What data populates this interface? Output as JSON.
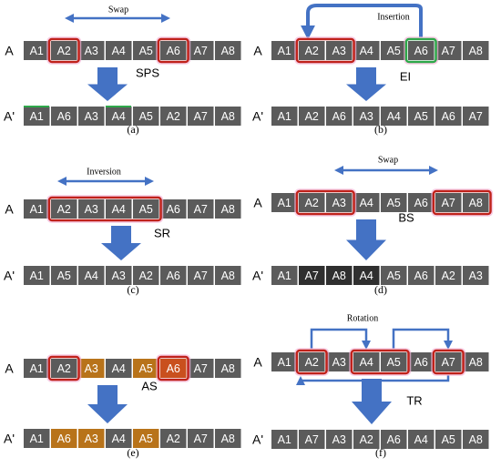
{
  "colors": {
    "cell": "#5b5b5b",
    "cell_dark": "#2f2f2f",
    "cell_orange": "#b8731a",
    "highlight_red": "#c0221b",
    "highlight_green": "#2ea84a",
    "highlight_pink": "#f4b6d8",
    "arrow_blue": "#4472c4",
    "text_white": "#ffffff"
  },
  "panels": [
    {
      "id": "a",
      "caption": "(a)",
      "label": "Swap",
      "operator": "SPS",
      "row_top_label": "A",
      "row_bottom_label": "A'",
      "top": [
        "A1",
        "A2",
        "A3",
        "A4",
        "A5",
        "A6",
        "A7",
        "A8"
      ],
      "bottom": [
        "A1",
        "A6",
        "A3",
        "A4",
        "A5",
        "A2",
        "A7",
        "A8"
      ]
    },
    {
      "id": "b",
      "caption": "(b)",
      "label": "Insertion",
      "operator": "EI",
      "row_top_label": "A",
      "row_bottom_label": "A'",
      "top": [
        "A1",
        "A2",
        "A3",
        "A4",
        "A5",
        "A6",
        "A7",
        "A8"
      ],
      "bottom": [
        "A1",
        "A2",
        "A6",
        "A3",
        "A4",
        "A5",
        "A6",
        "A7"
      ]
    },
    {
      "id": "c",
      "caption": "(c)",
      "label": "Inversion",
      "operator": "SR",
      "row_top_label": "A",
      "row_bottom_label": "A'",
      "top": [
        "A1",
        "A2",
        "A3",
        "A4",
        "A5",
        "A6",
        "A7",
        "A8"
      ],
      "bottom": [
        "A1",
        "A5",
        "A4",
        "A3",
        "A2",
        "A6",
        "A7",
        "A8"
      ]
    },
    {
      "id": "d",
      "caption": "(d)",
      "label": "Swap",
      "operator": "BS",
      "row_top_label": "A",
      "row_bottom_label": "A'",
      "top": [
        "A1",
        "A2",
        "A3",
        "A4",
        "A5",
        "A6",
        "A7",
        "A8"
      ],
      "bottom": [
        "A1",
        "A7",
        "A8",
        "A4",
        "A5",
        "A6",
        "A2",
        "A3"
      ]
    },
    {
      "id": "e",
      "caption": "(e)",
      "label": "",
      "operator": "AS",
      "row_top_label": "A",
      "row_bottom_label": "A'",
      "top": [
        "A1",
        "A2",
        "A3",
        "A4",
        "A5",
        "A6",
        "A7",
        "A8"
      ],
      "bottom": [
        "A1",
        "A6",
        "A3",
        "A4",
        "A5",
        "A2",
        "A7",
        "A8"
      ]
    },
    {
      "id": "f",
      "caption": "(f)",
      "label": "Rotation",
      "operator": "TR",
      "row_top_label": "A",
      "row_bottom_label": "A'",
      "top": [
        "A1",
        "A2",
        "A3",
        "A4",
        "A5",
        "A6",
        "A7",
        "A8"
      ],
      "bottom": [
        "A1",
        "A7",
        "A3",
        "A2",
        "A6",
        "A4",
        "A5",
        "A8"
      ]
    }
  ]
}
